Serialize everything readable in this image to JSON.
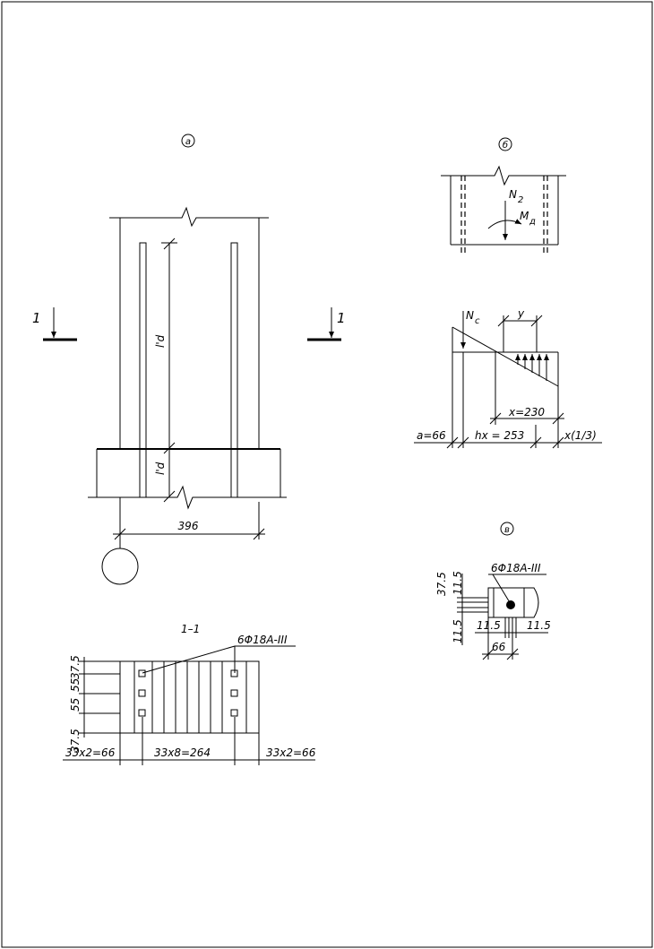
{
  "views": {
    "a": {
      "label": "а"
    },
    "b": {
      "label": "б"
    },
    "v": {
      "label": "в"
    }
  },
  "view_a": {
    "section_mark_left": "1",
    "section_mark_right": "1",
    "anchorage_upper": "l'd",
    "anchorage_lower": "l'd",
    "width_dim": "396"
  },
  "section_1_1": {
    "title": "1–1",
    "rebar_note": "6Φ18A-III",
    "vert_dims": [
      "37.5",
      "55",
      "55",
      "37.5"
    ],
    "horiz_dims": [
      "33x2=66",
      "33x8=264",
      "33x2=66"
    ]
  },
  "view_b": {
    "force_n2": "N",
    "force_n2_sub": "2",
    "moment": "M",
    "moment_sub": "д",
    "force_nc": "N",
    "force_nc_sub": "c",
    "y_label": "y",
    "x_dim": "x=230",
    "dims_row": [
      "a=66",
      "hx = 253",
      "x(1/3)"
    ]
  },
  "view_v": {
    "rebar_note": "6Φ18A-III",
    "left_dims": [
      "37.5",
      "11.5",
      "11.5"
    ],
    "bottom_dims": [
      "11.5",
      "11.5"
    ],
    "width_dim": "66"
  }
}
